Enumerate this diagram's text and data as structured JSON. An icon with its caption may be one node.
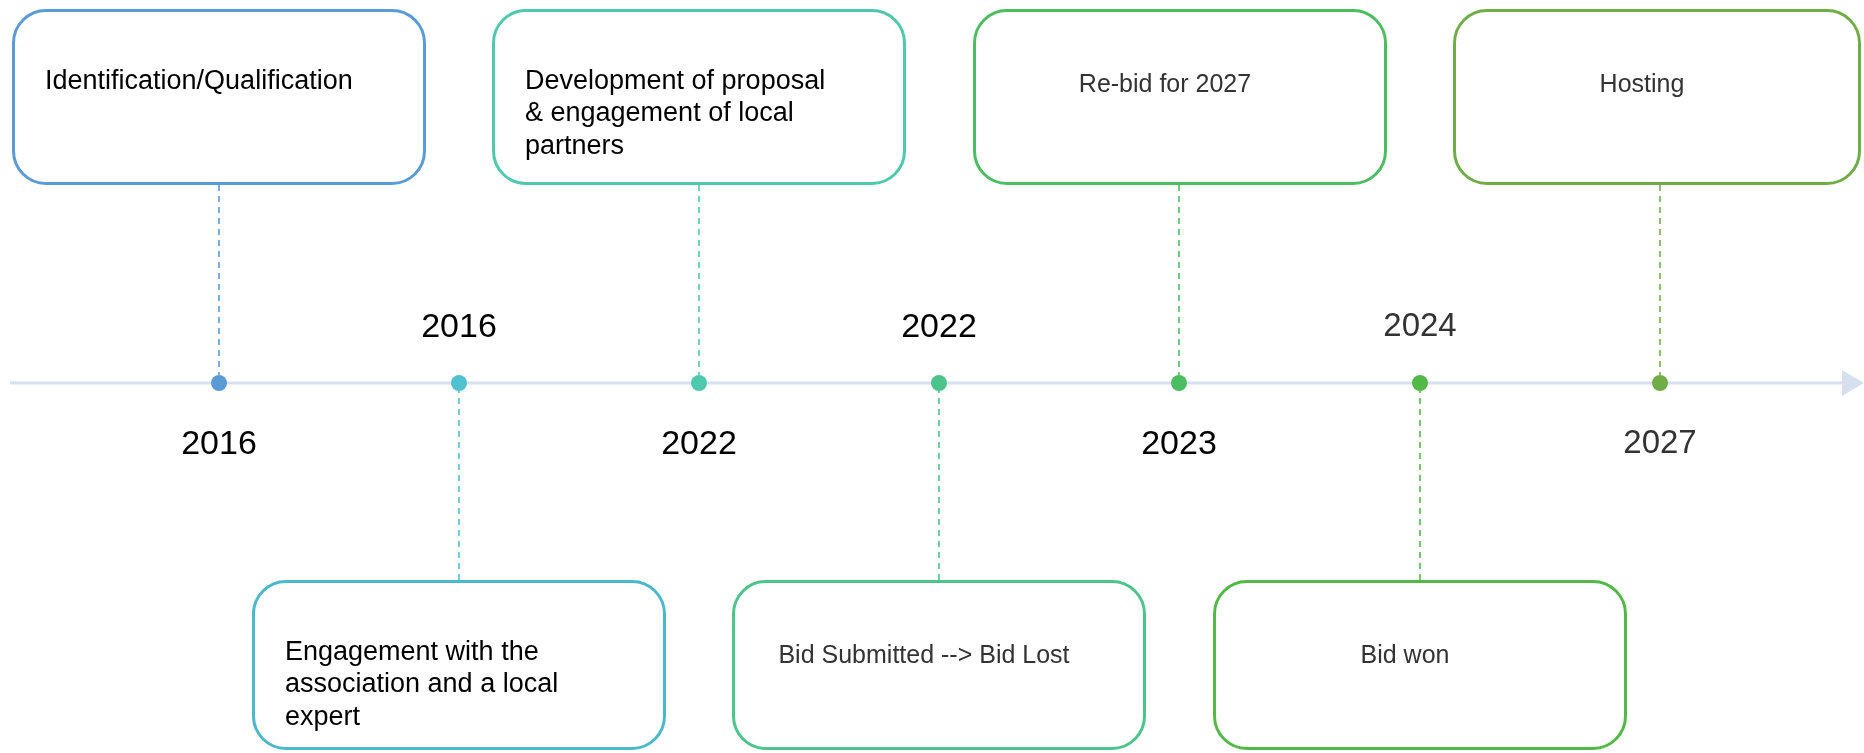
{
  "diagram": {
    "nodes": [
      {
        "text": [
          "Identification/Qualification"
        ]
      },
      {
        "text": [
          "Engagement with the association and a local expert"
        ]
      },
      {
        "text": [
          "Development of proposal & engagement of local partners"
        ]
      },
      {
        "text": [
          "Bid Submitted --> Bid Lost"
        ]
      },
      {
        "text": [
          "Re-bid for 2027"
        ]
      },
      {
        "text": [
          "Bid won"
        ]
      },
      {
        "text": [
          "Hosting"
        ]
      },
      {
        "text": [],
        "shape": "circle",
        "beside": [
          "2016"
        ]
      },
      {
        "text": [],
        "shape": "circle",
        "beside": [
          "2016"
        ]
      },
      {
        "text": [],
        "shape": "circle",
        "beside": [
          "2022"
        ]
      },
      {
        "text": [],
        "shape": "circle",
        "beside": [
          "2022"
        ]
      },
      {
        "text": [],
        "shape": "circle",
        "beside": [
          "2023"
        ]
      },
      {
        "text": [],
        "shape": "circle",
        "beside": [
          "2024"
        ]
      },
      {
        "text": [],
        "shape": "circle",
        "beside": [
          "2027"
        ]
      }
    ],
    "edges": [
      {
        "from": 0,
        "to": 7,
        "arrow": "none",
        "style": "dashed",
        "color": "#5b9bd5"
      },
      {
        "from": 1,
        "to": 8,
        "arrow": "none",
        "style": "dashed",
        "color": "#4fc1cf"
      },
      {
        "from": 2,
        "to": 9,
        "arrow": "none",
        "style": "dashed",
        "color": "#4ec9ad"
      },
      {
        "from": 3,
        "to": 10,
        "arrow": "none",
        "style": "dashed",
        "color": "#4cc38a"
      },
      {
        "from": 4,
        "to": 11,
        "arrow": "none",
        "style": "dashed",
        "color": "#4cbd60"
      },
      {
        "from": 5,
        "to": 12,
        "arrow": "none",
        "style": "dashed",
        "color": "#52b946"
      },
      {
        "from": 6,
        "to": 13,
        "arrow": "none",
        "style": "dashed",
        "color": "#70ad47"
      }
    ]
  }
}
